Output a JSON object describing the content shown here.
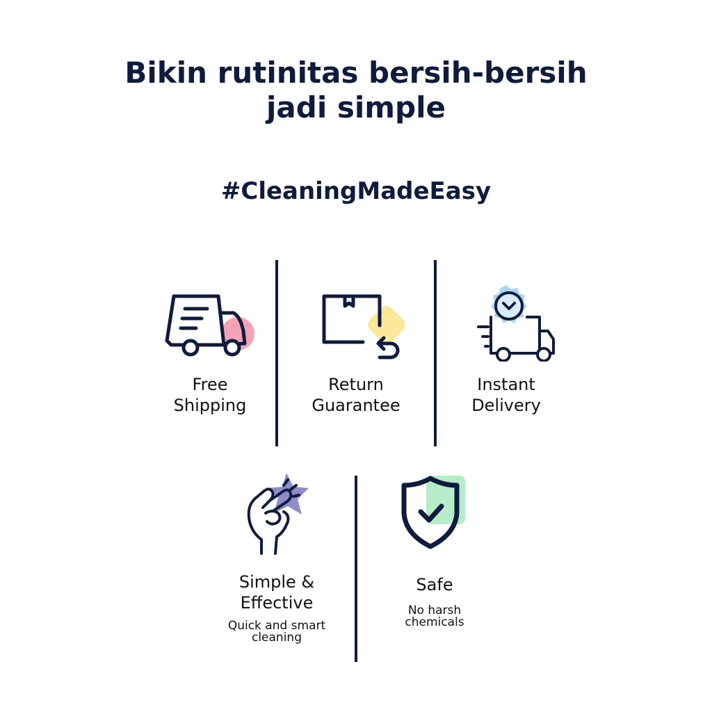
{
  "headline": {
    "line1": "Bikin rutinitas bersih-bersih",
    "line2": "jadi simple"
  },
  "hashtag": "#CleaningMadeEasy",
  "colors": {
    "navy": "#0f1b3d",
    "pink_accent": "#f4a3b4",
    "yellow_accent": "#fbe89a",
    "blue_accent": "#a9d4f7",
    "purple_accent": "#8e8cc9",
    "green_accent": "#b7ecc9"
  },
  "features": {
    "free_shipping": {
      "icon": "delivery-truck-icon",
      "line1": "Free",
      "line2": "Shipping"
    },
    "return_guarantee": {
      "icon": "return-box-icon",
      "line1": "Return",
      "line2": "Guarantee"
    },
    "instant_delivery": {
      "icon": "clock-truck-icon",
      "line1": "Instant",
      "line2": "Delivery"
    },
    "simple_effective": {
      "icon": "finger-snap-icon",
      "line1": "Simple &",
      "line2": "Effective",
      "sub1": "Quick and smart",
      "sub2": "cleaning"
    },
    "safe": {
      "icon": "shield-check-icon",
      "line1": "Safe",
      "sub1": "No harsh",
      "sub2": "chemicals"
    }
  }
}
